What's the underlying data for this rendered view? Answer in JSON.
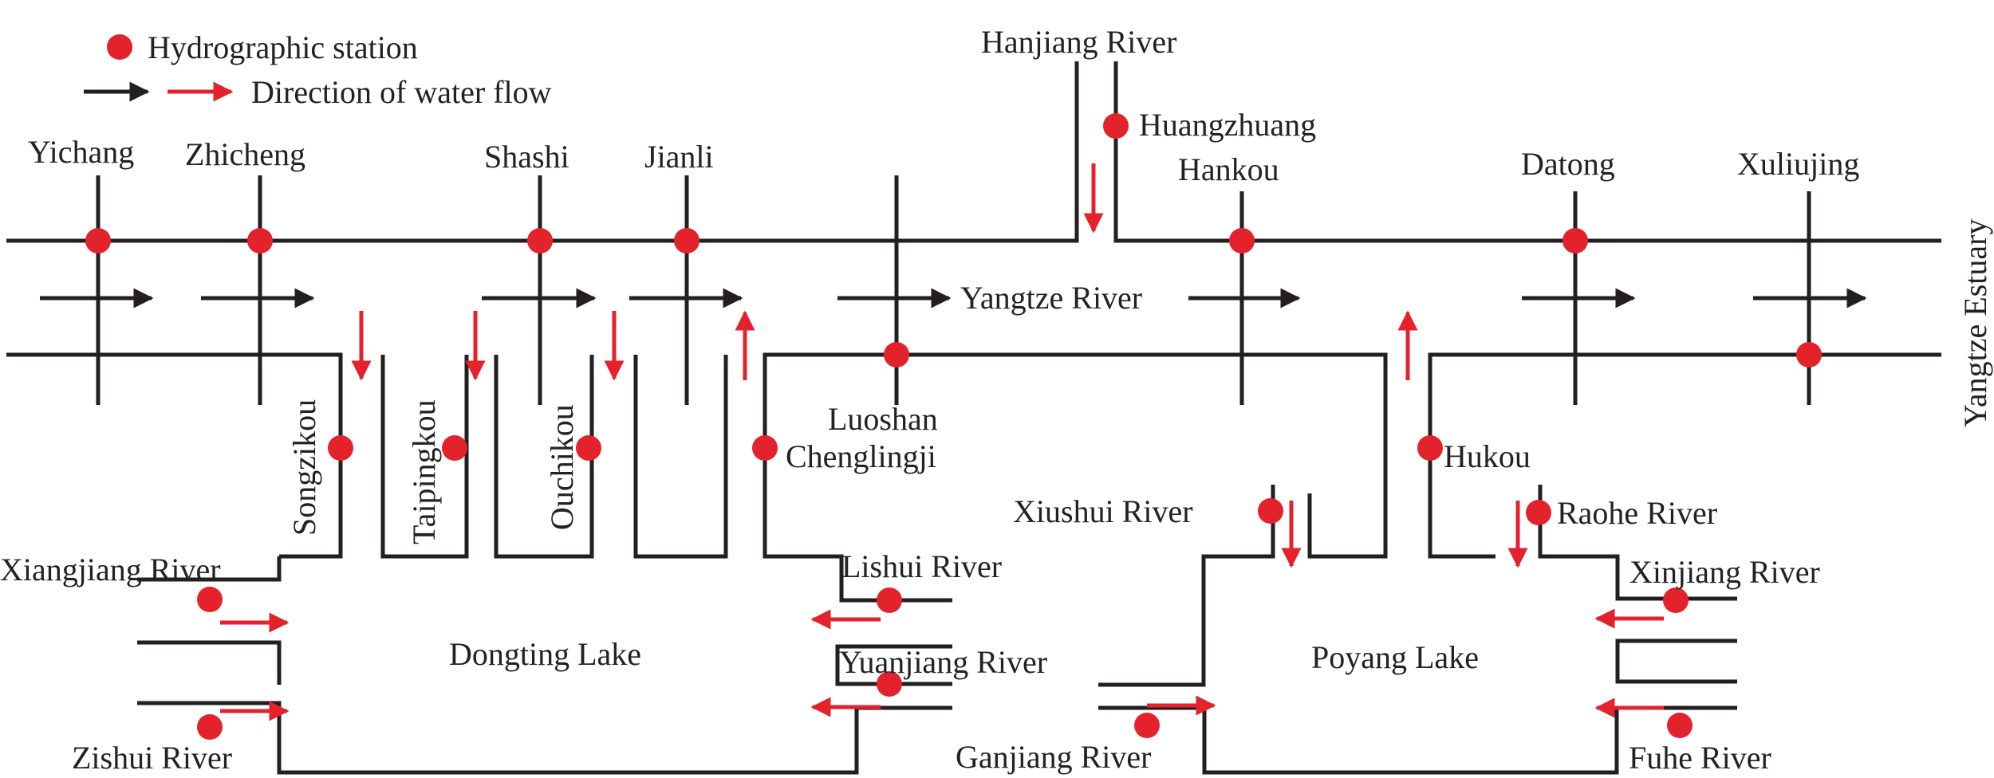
{
  "colors": {
    "line": "#231f20",
    "accent": "#e3222c",
    "text": "#222222",
    "background": "#ffffff"
  },
  "legend": {
    "station_label": "Hydrographic station",
    "flow_label": "Direction of water flow"
  },
  "main_river": "Yangtze River",
  "estuary": "Yangtze Estuary",
  "lakes": {
    "dongting": "Dongting Lake",
    "poyang": "Poyang Lake"
  },
  "stations": {
    "yichang": "Yichang",
    "zhicheng": "Zhicheng",
    "shashi": "Shashi",
    "jianli": "Jianli",
    "luoshan": "Luoshan",
    "chenglingji": "Chenglingji",
    "huangzhuang": "Huangzhuang",
    "hankou": "Hankou",
    "hukou": "Hukou",
    "datong": "Datong",
    "xuliujing": "Xuliujing"
  },
  "outlets": {
    "songzikou": "Songzikou",
    "taipingkou": "Taipingkou",
    "ouchikou": "Ouchikou"
  },
  "tributaries": {
    "hanjiang": "Hanjiang River",
    "xiangjiang": "Xiangjiang River",
    "zishui": "Zishui River",
    "lishui": "Lishui River",
    "yuanjiang": "Yuanjiang River",
    "xiushui": "Xiushui River",
    "raohe": "Raohe River",
    "xinjiang": "Xinjiang River",
    "ganjiang": "Ganjiang River",
    "fuhe": "Fuhe River"
  }
}
